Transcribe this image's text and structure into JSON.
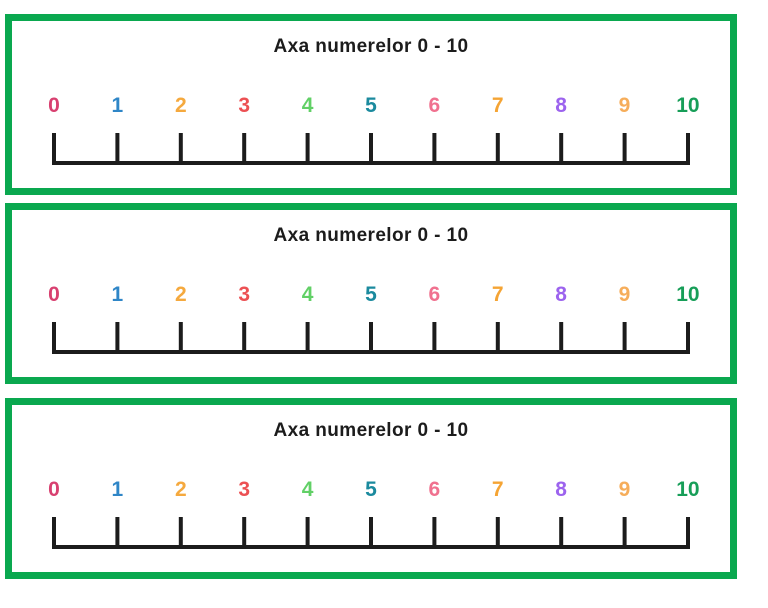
{
  "page": {
    "background": "#ffffff",
    "card_border_color": "#0aa84f",
    "line_color": "#1c1c1c",
    "title_color": "#1c1c1c"
  },
  "panels": [
    {
      "title": "Axa numerelor 0 - 10",
      "numbers": [
        {
          "label": "0",
          "color": "#d84070"
        },
        {
          "label": "1",
          "color": "#2f86c7"
        },
        {
          "label": "2",
          "color": "#f5a93e"
        },
        {
          "label": "3",
          "color": "#ec5053"
        },
        {
          "label": "4",
          "color": "#61d066"
        },
        {
          "label": "5",
          "color": "#1b8a9e"
        },
        {
          "label": "6",
          "color": "#f0718f"
        },
        {
          "label": "7",
          "color": "#f5a434"
        },
        {
          "label": "8",
          "color": "#9c63ee"
        },
        {
          "label": "9",
          "color": "#f6ad5a"
        },
        {
          "label": "10",
          "color": "#179e58"
        }
      ]
    },
    {
      "title": "Axa numerelor 0 - 10",
      "numbers": [
        {
          "label": "0",
          "color": "#d84070"
        },
        {
          "label": "1",
          "color": "#2f86c7"
        },
        {
          "label": "2",
          "color": "#f5a93e"
        },
        {
          "label": "3",
          "color": "#ec5053"
        },
        {
          "label": "4",
          "color": "#61d066"
        },
        {
          "label": "5",
          "color": "#1b8a9e"
        },
        {
          "label": "6",
          "color": "#f0718f"
        },
        {
          "label": "7",
          "color": "#f5a434"
        },
        {
          "label": "8",
          "color": "#9c63ee"
        },
        {
          "label": "9",
          "color": "#f6ad5a"
        },
        {
          "label": "10",
          "color": "#179e58"
        }
      ]
    },
    {
      "title": "Axa numerelor 0 - 10",
      "numbers": [
        {
          "label": "0",
          "color": "#d84070"
        },
        {
          "label": "1",
          "color": "#2f86c7"
        },
        {
          "label": "2",
          "color": "#f5a93e"
        },
        {
          "label": "3",
          "color": "#ec5053"
        },
        {
          "label": "4",
          "color": "#61d066"
        },
        {
          "label": "5",
          "color": "#1b8a9e"
        },
        {
          "label": "6",
          "color": "#f0718f"
        },
        {
          "label": "7",
          "color": "#f5a434"
        },
        {
          "label": "8",
          "color": "#9c63ee"
        },
        {
          "label": "9",
          "color": "#f6ad5a"
        },
        {
          "label": "10",
          "color": "#179e58"
        }
      ]
    }
  ]
}
